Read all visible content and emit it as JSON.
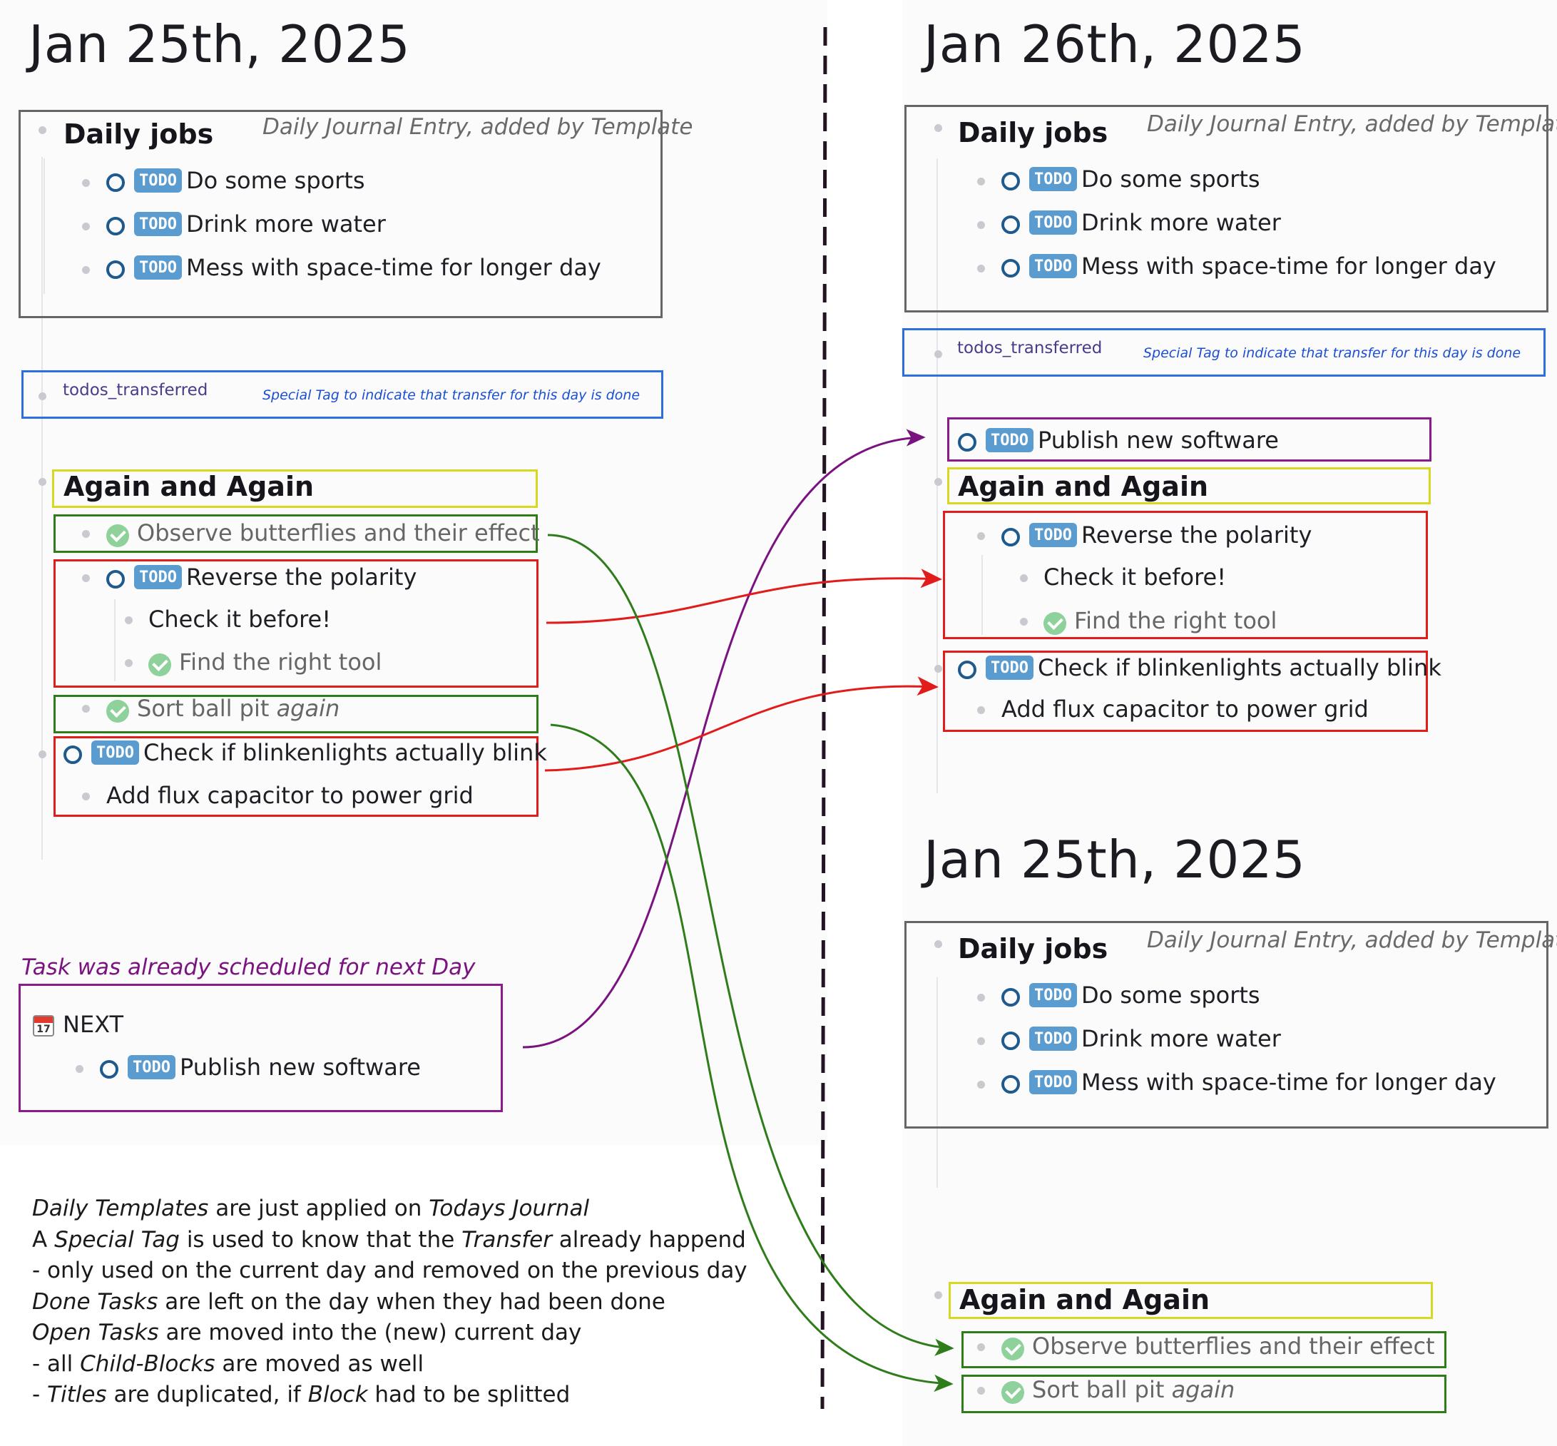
{
  "left": {
    "date": "Jan 25th, 2025",
    "daily_jobs": {
      "title": "Daily jobs",
      "note": "Daily Journal Entry, added by Template",
      "items": [
        "Do some sports",
        "Drink more water",
        "Mess with space-time for longer day"
      ]
    },
    "tag": {
      "label": "todos_transferred",
      "note": "Special Tag to indicate that transfer for this day is done"
    },
    "again": {
      "title": "Again and Again",
      "butterflies": "Observe butterflies and their effect",
      "polarity": "Reverse the polarity",
      "check_before": "Check it before!",
      "right_tool": "Find the right tool",
      "ballpit": "Sort ball pit ",
      "ballpit_em": "again",
      "blinken": "Check if blinkenlights actually blink",
      "flux": "Add flux capacitor to power grid"
    },
    "annotation": "Task was already scheduled for next Day",
    "next": {
      "calendar_day": "17",
      "label": "NEXT",
      "task": "Publish new software"
    }
  },
  "explanation": [
    [
      {
        "t": "Daily Templates",
        "i": true
      },
      {
        "t": " are just applied on ",
        "i": false
      },
      {
        "t": "Todays Journal",
        "i": true
      }
    ],
    [
      {
        "t": "A ",
        "i": false
      },
      {
        "t": "Special Tag",
        "i": true
      },
      {
        "t": " is used to know that the ",
        "i": false
      },
      {
        "t": "Transfer",
        "i": true
      },
      {
        "t": " already happend",
        "i": false
      }
    ],
    [
      {
        "t": "- only used on the current day and removed on the previous day",
        "i": false
      }
    ],
    [
      {
        "t": "Done Tasks",
        "i": true
      },
      {
        "t": " are left on the day when they had been done",
        "i": false
      }
    ],
    [
      {
        "t": "Open Tasks",
        "i": true
      },
      {
        "t": " are moved into the (new) current day",
        "i": false
      }
    ],
    [
      {
        "t": "- all ",
        "i": false
      },
      {
        "t": "Child-Blocks",
        "i": true
      },
      {
        "t": " are moved as well",
        "i": false
      }
    ],
    [
      {
        "t": "- ",
        "i": false
      },
      {
        "t": "Titles",
        "i": true
      },
      {
        "t": " are duplicated, if ",
        "i": false
      },
      {
        "t": "Block",
        "i": true
      },
      {
        "t": " had to be splitted",
        "i": false
      }
    ]
  ],
  "right_top": {
    "date": "Jan 26th, 2025",
    "daily_jobs": {
      "title": "Daily jobs",
      "note": "Daily Journal Entry, added by Template",
      "items": [
        "Do some sports",
        "Drink more water",
        "Mess with space-time for longer day"
      ]
    },
    "tag": {
      "label": "todos_transferred",
      "note": "Special Tag to indicate that transfer for this day is done"
    },
    "publish": "Publish new software",
    "again": {
      "title": "Again and Again",
      "polarity": "Reverse the polarity",
      "check_before": "Check it before!",
      "right_tool": "Find the right tool",
      "blinken": "Check if blinkenlights actually blink",
      "flux": "Add flux capacitor to power grid"
    }
  },
  "right_bottom": {
    "date": "Jan 25th, 2025",
    "daily_jobs": {
      "title": "Daily jobs",
      "note": "Daily Journal Entry, added by Template",
      "items": [
        "Do some sports",
        "Drink more water",
        "Mess with space-time for longer day"
      ]
    },
    "again": {
      "title": "Again and Again",
      "butterflies": "Observe butterflies and their effect",
      "ballpit": "Sort ball pit ",
      "ballpit_em": "again"
    }
  },
  "todo_label": "TODO",
  "colors": {
    "done_move": "#2e7d1a",
    "open_move": "#e21b1b",
    "scheduled_move": "#7a1280",
    "heading_box": "#d8d820",
    "tag_box": "#2c6fdd",
    "template_box": "#666666",
    "todo_badge": "#5a9bd0"
  }
}
